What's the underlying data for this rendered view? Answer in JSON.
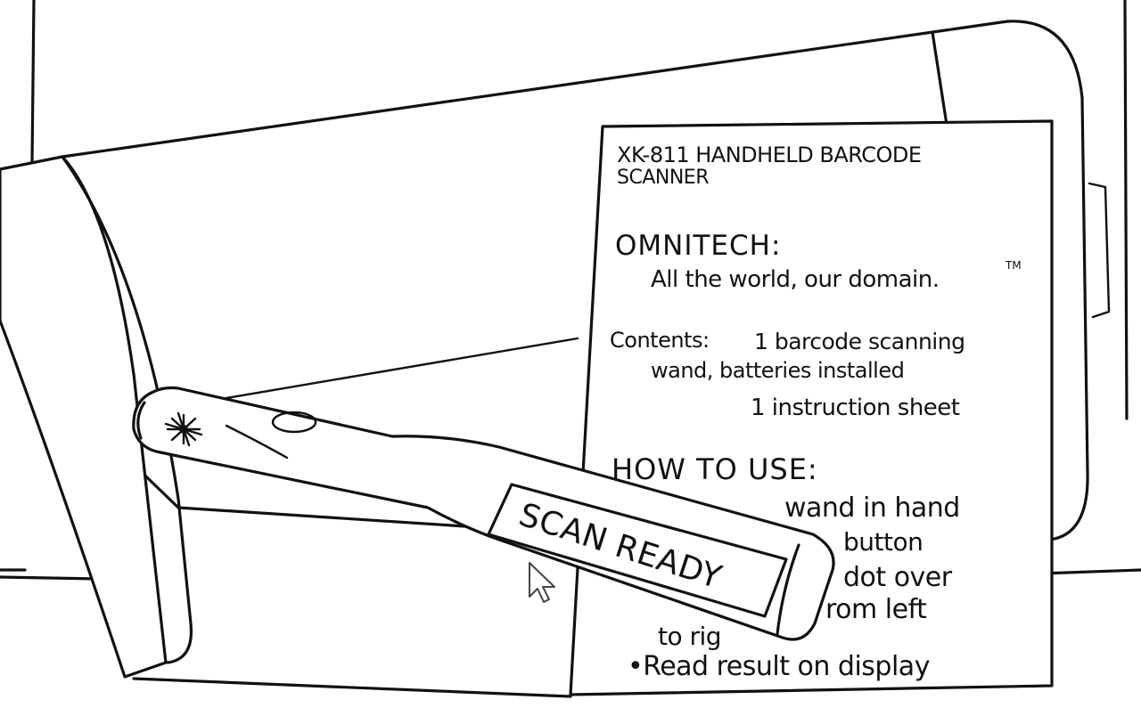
{
  "instruction_sheet": {
    "title_line_1": "XK-811 HANDHELD BARCODE",
    "title_line_2": "SCANNER",
    "brand": "OMNITECH:",
    "tagline": "All the world, our domain.",
    "trademark": "TM",
    "contents_label": "Contents:",
    "contents_line_1": "1 barcode scanning",
    "contents_line_2": "wand, batteries installed",
    "contents_line_3": "1 instruction sheet",
    "howto_heading": "HOW TO USE:",
    "step_1": "wand in hand",
    "step_2": "button",
    "step_3": "dot over",
    "step_4": "rom left",
    "step_5": "to rig",
    "step_6": "•Read result on display"
  },
  "scanner": {
    "display_text": "SCAN READY",
    "laser_icon": "laser-starburst-icon"
  },
  "cursor": {
    "icon": "pointer-arrow-icon"
  },
  "colors": {
    "ink": "#111111",
    "paper": "#ffffff"
  }
}
